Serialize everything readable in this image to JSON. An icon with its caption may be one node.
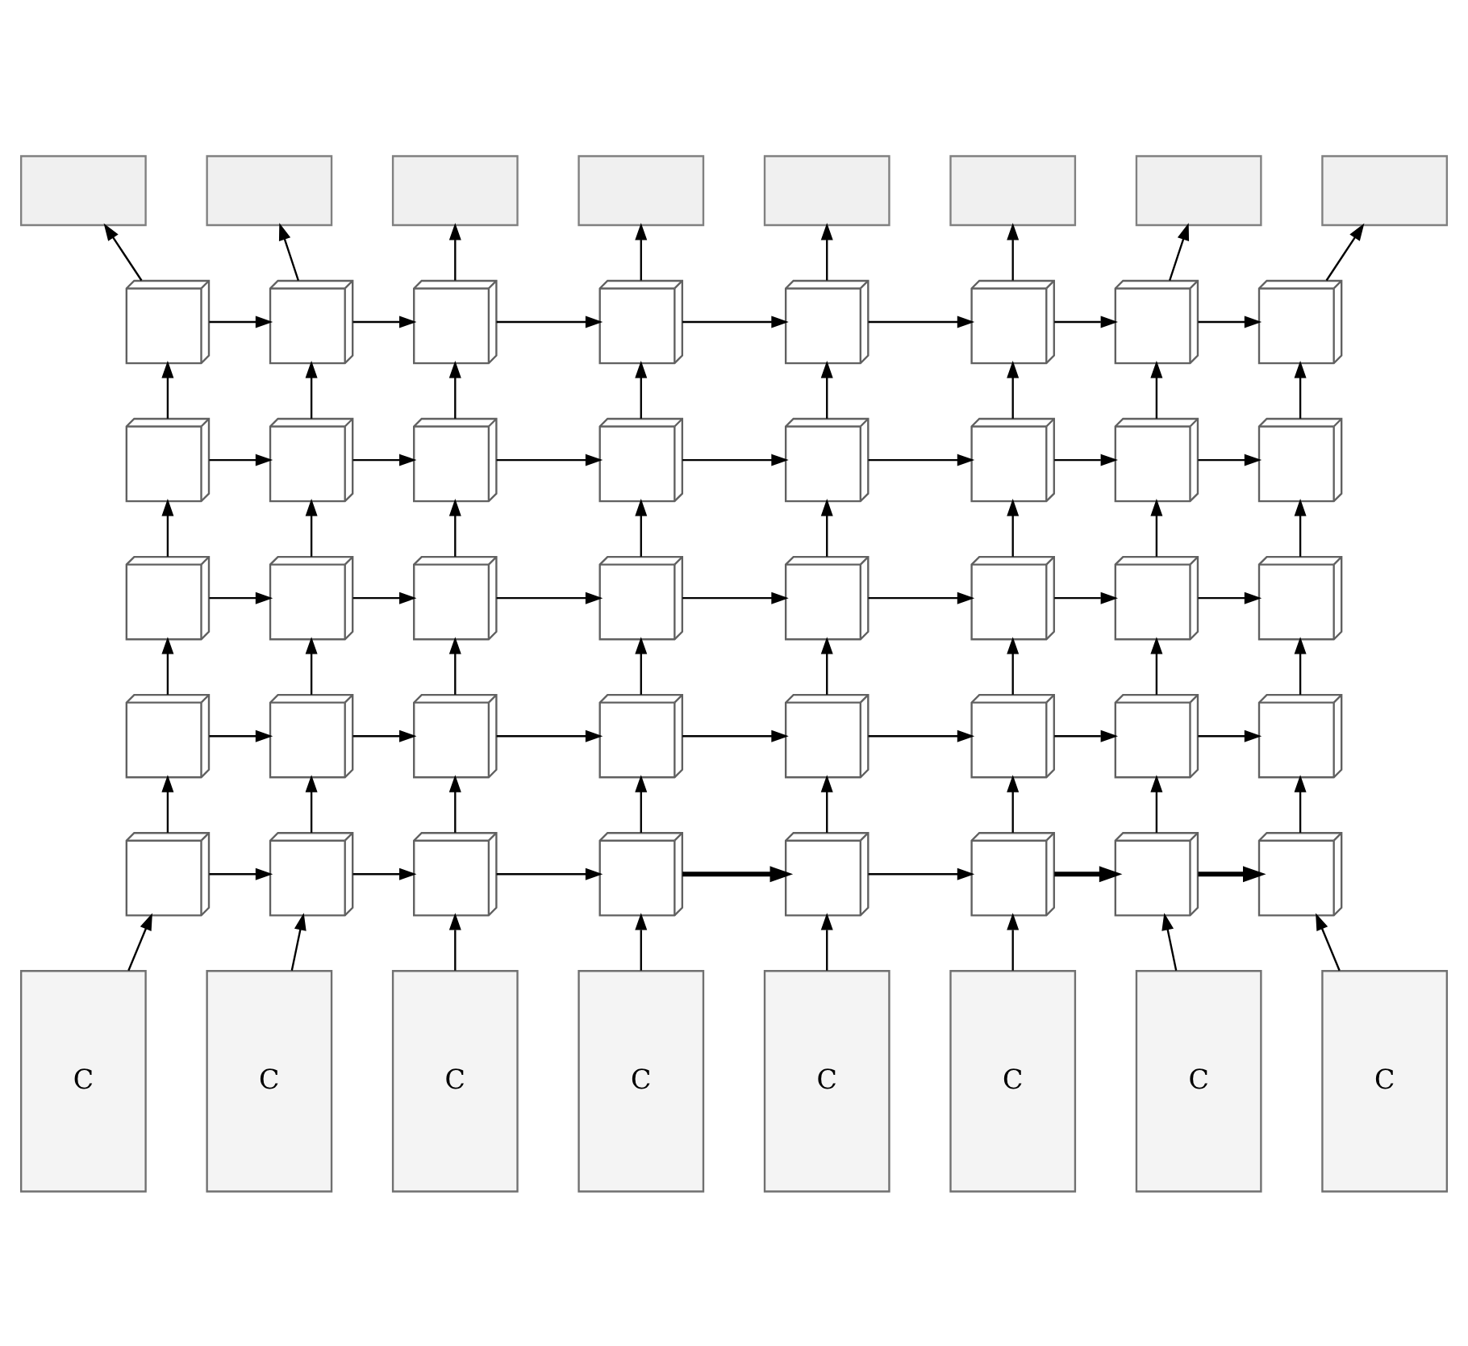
{
  "diagram": {
    "nodes": [
      {
        "text": [],
        "shape": "box"
      },
      {
        "text": [],
        "shape": "box"
      },
      {
        "text": [],
        "shape": "box"
      },
      {
        "text": [],
        "shape": "box"
      },
      {
        "text": [],
        "shape": "box"
      },
      {
        "text": [],
        "shape": "box"
      },
      {
        "text": [],
        "shape": "box"
      },
      {
        "text": [],
        "shape": "box"
      },
      {
        "text": [],
        "shape": "cube"
      },
      {
        "text": [],
        "shape": "cube"
      },
      {
        "text": [],
        "shape": "cube"
      },
      {
        "text": [],
        "shape": "cube"
      },
      {
        "text": [],
        "shape": "cube"
      },
      {
        "text": [],
        "shape": "cube"
      },
      {
        "text": [],
        "shape": "cube"
      },
      {
        "text": [],
        "shape": "cube"
      },
      {
        "text": [],
        "shape": "cube"
      },
      {
        "text": [],
        "shape": "cube"
      },
      {
        "text": [],
        "shape": "cube"
      },
      {
        "text": [],
        "shape": "cube"
      },
      {
        "text": [],
        "shape": "cube"
      },
      {
        "text": [],
        "shape": "cube"
      },
      {
        "text": [],
        "shape": "cube"
      },
      {
        "text": [],
        "shape": "cube"
      },
      {
        "text": [],
        "shape": "cube"
      },
      {
        "text": [],
        "shape": "cube"
      },
      {
        "text": [],
        "shape": "cube"
      },
      {
        "text": [],
        "shape": "cube"
      },
      {
        "text": [],
        "shape": "cube"
      },
      {
        "text": [],
        "shape": "cube"
      },
      {
        "text": [],
        "shape": "cube"
      },
      {
        "text": [],
        "shape": "cube"
      },
      {
        "text": [],
        "shape": "cube"
      },
      {
        "text": [],
        "shape": "cube"
      },
      {
        "text": [],
        "shape": "cube"
      },
      {
        "text": [],
        "shape": "cube"
      },
      {
        "text": [],
        "shape": "cube"
      },
      {
        "text": [],
        "shape": "cube"
      },
      {
        "text": [],
        "shape": "cube"
      },
      {
        "text": [],
        "shape": "cube"
      },
      {
        "text": [],
        "shape": "cube"
      },
      {
        "text": [],
        "shape": "cube"
      },
      {
        "text": [],
        "shape": "cube"
      },
      {
        "text": [],
        "shape": "cube"
      },
      {
        "text": [],
        "shape": "cube"
      },
      {
        "text": [],
        "shape": "cube"
      },
      {
        "text": [],
        "shape": "cube"
      },
      {
        "text": [],
        "shape": "cube"
      },
      {
        "text": [
          "C"
        ]
      },
      {
        "text": [
          "C"
        ]
      },
      {
        "text": [
          "C"
        ]
      },
      {
        "text": [
          "C"
        ]
      },
      {
        "text": [
          "C"
        ]
      },
      {
        "text": [
          "C"
        ]
      },
      {
        "text": [
          "C"
        ]
      },
      {
        "text": [
          "C"
        ]
      }
    ],
    "edges": [
      {
        "from": 48,
        "to": 40,
        "arrow": "to"
      },
      {
        "from": 49,
        "to": 41,
        "arrow": "to"
      },
      {
        "from": 50,
        "to": 42,
        "arrow": "to"
      },
      {
        "from": 51,
        "to": 43,
        "arrow": "to"
      },
      {
        "from": 52,
        "to": 44,
        "arrow": "to"
      },
      {
        "from": 53,
        "to": 45,
        "arrow": "to"
      },
      {
        "from": 54,
        "to": 46,
        "arrow": "to"
      },
      {
        "from": 55,
        "to": 47,
        "arrow": "to"
      },
      {
        "from": 40,
        "to": 41,
        "arrow": "to"
      },
      {
        "from": 41,
        "to": 42,
        "arrow": "to"
      },
      {
        "from": 42,
        "to": 43,
        "arrow": "to"
      },
      {
        "from": 43,
        "to": 44,
        "arrow": "to",
        "style": "thick"
      },
      {
        "from": 44,
        "to": 45,
        "arrow": "to"
      },
      {
        "from": 45,
        "to": 46,
        "arrow": "to",
        "style": "thick"
      },
      {
        "from": 46,
        "to": 47,
        "arrow": "to",
        "style": "thick"
      },
      {
        "from": 40,
        "to": 32,
        "arrow": "to"
      },
      {
        "from": 41,
        "to": 33,
        "arrow": "to"
      },
      {
        "from": 42,
        "to": 34,
        "arrow": "to"
      },
      {
        "from": 43,
        "to": 35,
        "arrow": "to"
      },
      {
        "from": 44,
        "to": 36,
        "arrow": "to"
      },
      {
        "from": 45,
        "to": 37,
        "arrow": "to"
      },
      {
        "from": 46,
        "to": 38,
        "arrow": "to"
      },
      {
        "from": 47,
        "to": 39,
        "arrow": "to"
      },
      {
        "from": 32,
        "to": 33,
        "arrow": "to"
      },
      {
        "from": 33,
        "to": 34,
        "arrow": "to"
      },
      {
        "from": 34,
        "to": 35,
        "arrow": "to"
      },
      {
        "from": 35,
        "to": 36,
        "arrow": "to"
      },
      {
        "from": 36,
        "to": 37,
        "arrow": "to"
      },
      {
        "from": 37,
        "to": 38,
        "arrow": "to"
      },
      {
        "from": 38,
        "to": 39,
        "arrow": "to"
      },
      {
        "from": 32,
        "to": 24,
        "arrow": "to"
      },
      {
        "from": 33,
        "to": 25,
        "arrow": "to"
      },
      {
        "from": 34,
        "to": 26,
        "arrow": "to"
      },
      {
        "from": 35,
        "to": 27,
        "arrow": "to"
      },
      {
        "from": 36,
        "to": 28,
        "arrow": "to"
      },
      {
        "from": 37,
        "to": 29,
        "arrow": "to"
      },
      {
        "from": 38,
        "to": 30,
        "arrow": "to"
      },
      {
        "from": 39,
        "to": 31,
        "arrow": "to"
      },
      {
        "from": 24,
        "to": 25,
        "arrow": "to"
      },
      {
        "from": 25,
        "to": 26,
        "arrow": "to"
      },
      {
        "from": 26,
        "to": 27,
        "arrow": "to"
      },
      {
        "from": 27,
        "to": 28,
        "arrow": "to"
      },
      {
        "from": 28,
        "to": 29,
        "arrow": "to"
      },
      {
        "from": 29,
        "to": 30,
        "arrow": "to"
      },
      {
        "from": 30,
        "to": 31,
        "arrow": "to"
      },
      {
        "from": 24,
        "to": 16,
        "arrow": "to"
      },
      {
        "from": 25,
        "to": 17,
        "arrow": "to"
      },
      {
        "from": 26,
        "to": 18,
        "arrow": "to"
      },
      {
        "from": 27,
        "to": 19,
        "arrow": "to"
      },
      {
        "from": 28,
        "to": 20,
        "arrow": "to"
      },
      {
        "from": 29,
        "to": 21,
        "arrow": "to"
      },
      {
        "from": 30,
        "to": 22,
        "arrow": "to"
      },
      {
        "from": 31,
        "to": 23,
        "arrow": "to"
      },
      {
        "from": 16,
        "to": 17,
        "arrow": "to"
      },
      {
        "from": 17,
        "to": 18,
        "arrow": "to"
      },
      {
        "from": 18,
        "to": 19,
        "arrow": "to"
      },
      {
        "from": 19,
        "to": 20,
        "arrow": "to"
      },
      {
        "from": 20,
        "to": 21,
        "arrow": "to"
      },
      {
        "from": 21,
        "to": 22,
        "arrow": "to"
      },
      {
        "from": 22,
        "to": 23,
        "arrow": "to"
      },
      {
        "from": 16,
        "to": 8,
        "arrow": "to"
      },
      {
        "from": 17,
        "to": 9,
        "arrow": "to"
      },
      {
        "from": 18,
        "to": 10,
        "arrow": "to"
      },
      {
        "from": 19,
        "to": 11,
        "arrow": "to"
      },
      {
        "from": 20,
        "to": 12,
        "arrow": "to"
      },
      {
        "from": 21,
        "to": 13,
        "arrow": "to"
      },
      {
        "from": 22,
        "to": 14,
        "arrow": "to"
      },
      {
        "from": 23,
        "to": 15,
        "arrow": "to"
      },
      {
        "from": 8,
        "to": 9,
        "arrow": "to"
      },
      {
        "from": 9,
        "to": 10,
        "arrow": "to"
      },
      {
        "from": 10,
        "to": 11,
        "arrow": "to"
      },
      {
        "from": 11,
        "to": 12,
        "arrow": "to"
      },
      {
        "from": 12,
        "to": 13,
        "arrow": "to"
      },
      {
        "from": 13,
        "to": 14,
        "arrow": "to"
      },
      {
        "from": 14,
        "to": 15,
        "arrow": "to"
      },
      {
        "from": 8,
        "to": 0,
        "arrow": "to"
      },
      {
        "from": 9,
        "to": 1,
        "arrow": "to"
      },
      {
        "from": 10,
        "to": 2,
        "arrow": "to"
      },
      {
        "from": 11,
        "to": 3,
        "arrow": "to"
      },
      {
        "from": 12,
        "to": 4,
        "arrow": "to"
      },
      {
        "from": 13,
        "to": 5,
        "arrow": "to"
      },
      {
        "from": 14,
        "to": 6,
        "arrow": "to"
      },
      {
        "from": 15,
        "to": 7,
        "arrow": "to"
      }
    ]
  }
}
